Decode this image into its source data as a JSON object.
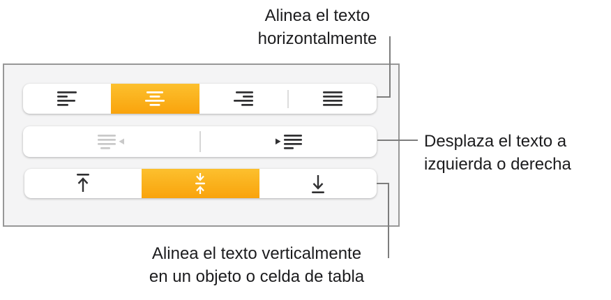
{
  "colors": {
    "accent_top": "#fcc02e",
    "accent_bottom": "#f9a30c",
    "panel_bg": "#f4f4f5",
    "panel_border": "#979797",
    "icon_disabled": "#c9c9c9",
    "callout_line": "#7d7d7d"
  },
  "toolbar": {
    "rows": [
      {
        "name": "horizontal-alignment",
        "buttons": [
          {
            "icon": "align-left-icon",
            "state": "normal"
          },
          {
            "icon": "align-center-icon",
            "state": "selected"
          },
          {
            "icon": "align-right-icon",
            "state": "normal"
          },
          {
            "icon": "justify-icon",
            "state": "normal"
          }
        ]
      },
      {
        "name": "indentation",
        "buttons": [
          {
            "icon": "outdent-icon",
            "state": "disabled"
          },
          {
            "icon": "indent-icon",
            "state": "normal"
          }
        ]
      },
      {
        "name": "vertical-alignment",
        "buttons": [
          {
            "icon": "align-top-icon",
            "state": "normal"
          },
          {
            "icon": "align-middle-icon",
            "state": "selected"
          },
          {
            "icon": "align-bottom-icon",
            "state": "normal"
          }
        ]
      }
    ]
  },
  "callouts": {
    "horizontal": "Alinea el texto\nhorizontalmente",
    "indent": "Desplaza el texto a\nizquierda o derecha",
    "vertical": "Alinea el texto verticalmente\nen un objeto o celda de tabla"
  }
}
